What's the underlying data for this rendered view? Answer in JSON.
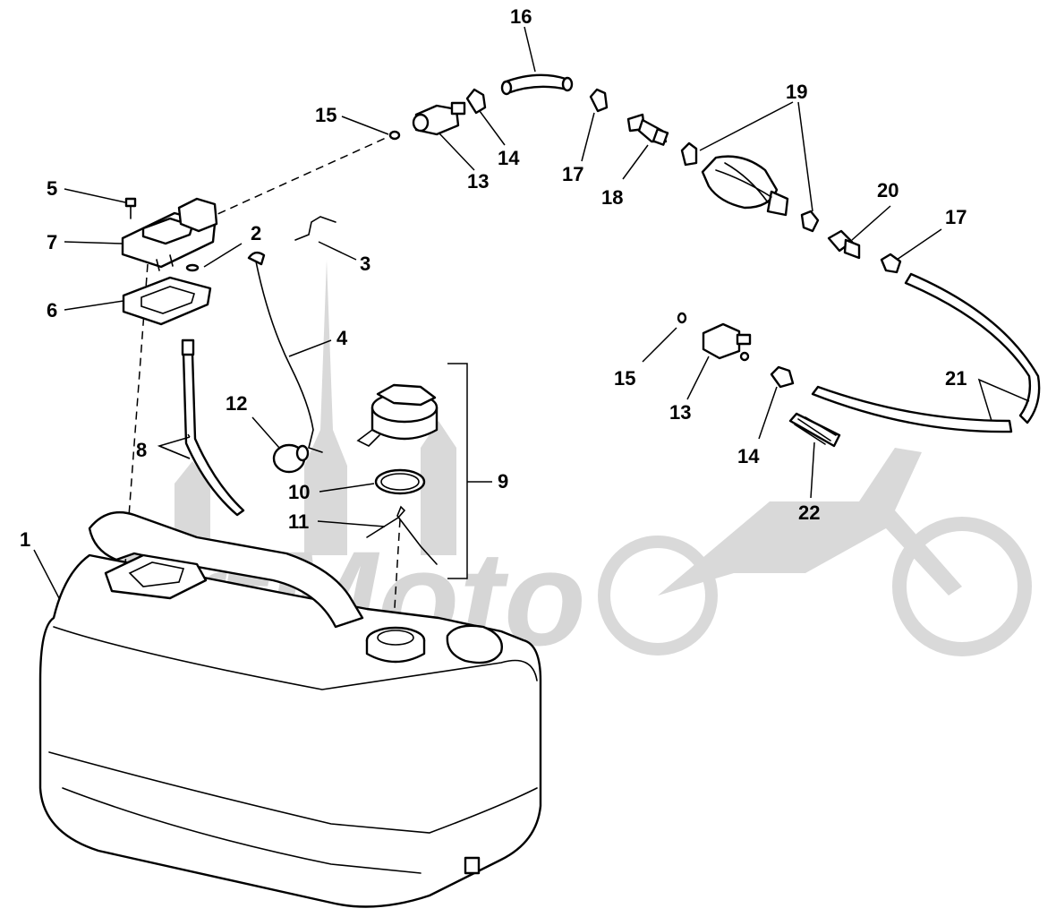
{
  "watermark": {
    "text": "ArtMoto"
  },
  "callouts": [
    {
      "id": "c1",
      "label": "1"
    },
    {
      "id": "c2",
      "label": "2"
    },
    {
      "id": "c3",
      "label": "3"
    },
    {
      "id": "c4",
      "label": "4"
    },
    {
      "id": "c5",
      "label": "5"
    },
    {
      "id": "c6",
      "label": "6"
    },
    {
      "id": "c7",
      "label": "7"
    },
    {
      "id": "c8",
      "label": "8"
    },
    {
      "id": "c9",
      "label": "9"
    },
    {
      "id": "c10",
      "label": "10"
    },
    {
      "id": "c11",
      "label": "11"
    },
    {
      "id": "c12",
      "label": "12"
    },
    {
      "id": "c13a",
      "label": "13"
    },
    {
      "id": "c13b",
      "label": "13"
    },
    {
      "id": "c14a",
      "label": "14"
    },
    {
      "id": "c14b",
      "label": "14"
    },
    {
      "id": "c15a",
      "label": "15"
    },
    {
      "id": "c15b",
      "label": "15"
    },
    {
      "id": "c16",
      "label": "16"
    },
    {
      "id": "c17a",
      "label": "17"
    },
    {
      "id": "c17b",
      "label": "17"
    },
    {
      "id": "c18",
      "label": "18"
    },
    {
      "id": "c19",
      "label": "19"
    },
    {
      "id": "c20",
      "label": "20"
    },
    {
      "id": "c21",
      "label": "21"
    },
    {
      "id": "c22",
      "label": "22"
    }
  ]
}
